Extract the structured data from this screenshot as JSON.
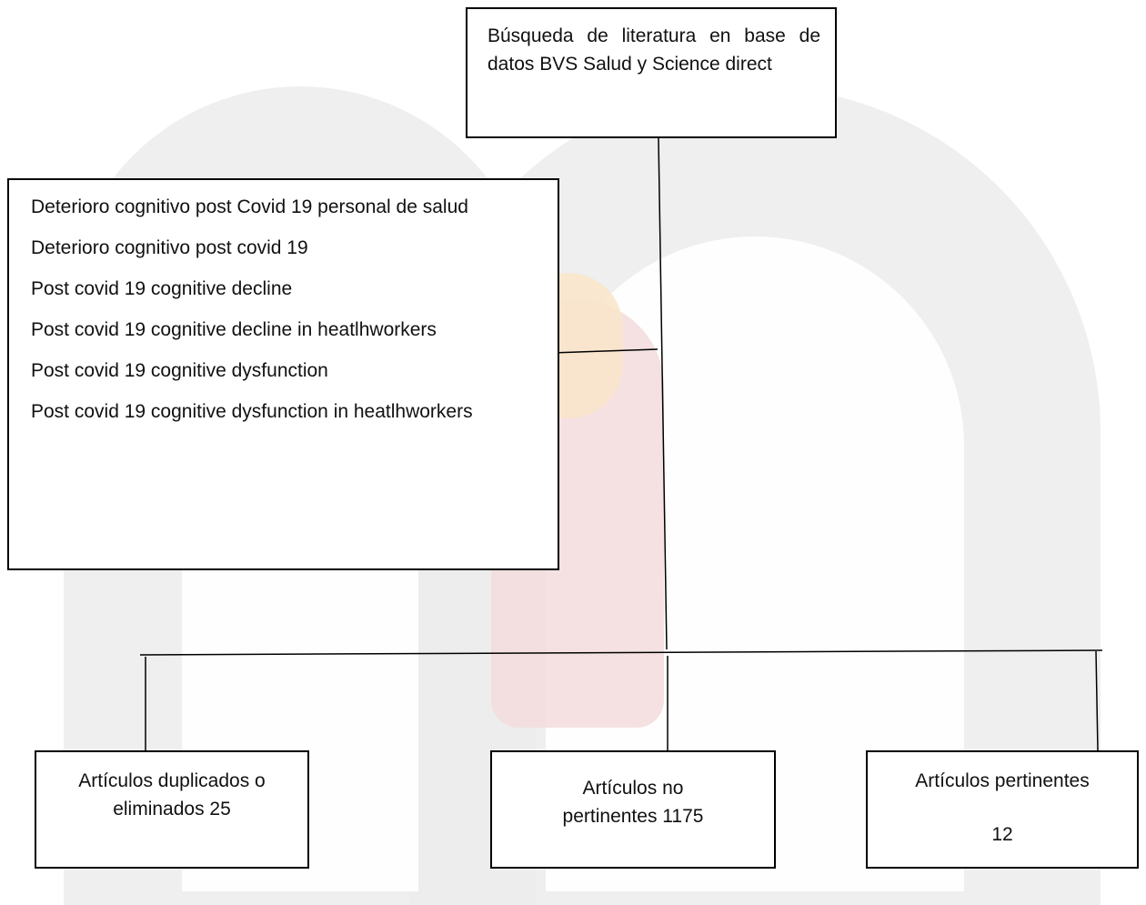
{
  "search_box": {
    "text": "Búsqueda de literatura en base de datos BVS Salud y Science direct"
  },
  "terms_box": {
    "terms": [
      "Deterioro cognitivo post Covid 19 personal de salud",
      "Deterioro cognitivo post covid 19",
      "Post covid 19 cognitive decline",
      "Post covid 19 cognitive decline in heatlhworkers",
      "Post covid 19 cognitive dysfunction",
      "Post covid 19 cognitive dysfunction in heatlhworkers"
    ]
  },
  "results": {
    "duplicated": "Artículos duplicados o eliminados 25",
    "not_relevant": "Artículos no pertinentes 1175",
    "relevant_label": "Artículos pertinentes",
    "relevant_count": "12"
  },
  "colors": {
    "watermark_gray": "#ececec",
    "watermark_red": "#f3dcdc",
    "watermark_orange": "#fae6cc"
  }
}
